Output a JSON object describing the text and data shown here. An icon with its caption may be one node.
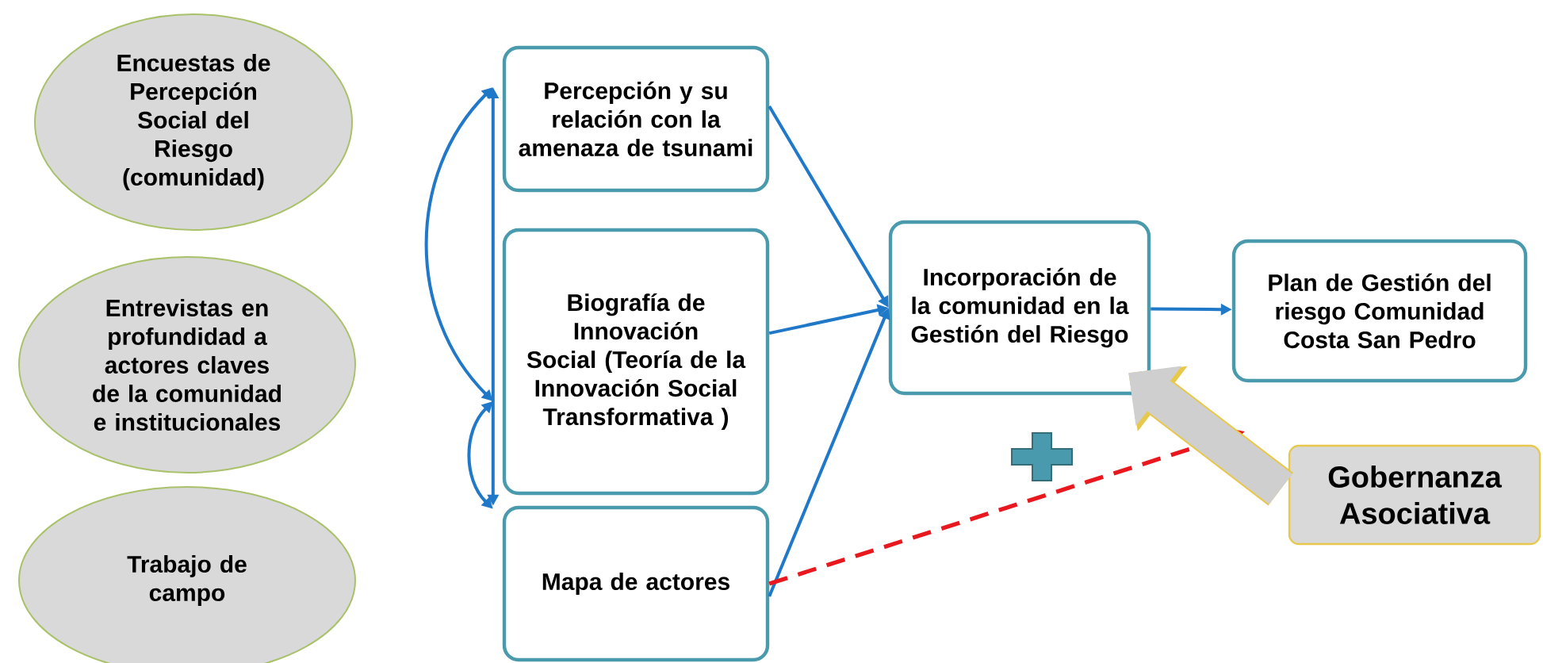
{
  "diagram": {
    "nodes": [
      {
        "text": [
          "Encuestas de Percepción Social del Riesgo (comunidad)"
        ]
      },
      {
        "text": [
          "Entrevistas en profundidad a actores claves de la comunidad e institucionales"
        ]
      },
      {
        "text": [
          "Trabajo de campo"
        ]
      },
      {
        "text": [
          "Percepción y su relación con la amenaza de tsunami"
        ]
      },
      {
        "text": [
          "Biografía de Innovación Social (Teoría de la Innovación Social Transformativa )"
        ]
      },
      {
        "text": [
          "Mapa de actores"
        ]
      },
      {
        "text": [
          "Incorporación de la comunidad en la Gestión del Riesgo"
        ]
      },
      {
        "text": [
          "Plan de Gestión del riesgo Comunidad Costa San Pedro"
        ]
      },
      {
        "text": [
          "Gobernanza Asociativa"
        ]
      }
    ],
    "edges": [
      {
        "from": 3,
        "to": 6,
        "arrow": "to"
      },
      {
        "from": 4,
        "to": 6,
        "arrow": "to"
      },
      {
        "from": 5,
        "to": 6,
        "arrow": "to"
      },
      {
        "from": 6,
        "to": 7,
        "arrow": "to"
      },
      {
        "from": 3,
        "to": 4,
        "arrow": "both"
      },
      {
        "from": 4,
        "to": 5,
        "arrow": "both"
      },
      {
        "from": 3,
        "to": 5,
        "arrow": "both"
      },
      {
        "from": 5,
        "to": null,
        "arrow": "to",
        "style": "dashed",
        "color": "#e8181e"
      },
      {
        "from": 8,
        "to": 6,
        "arrow": "to",
        "style": "thick",
        "color": "#cfcfcf"
      }
    ]
  }
}
